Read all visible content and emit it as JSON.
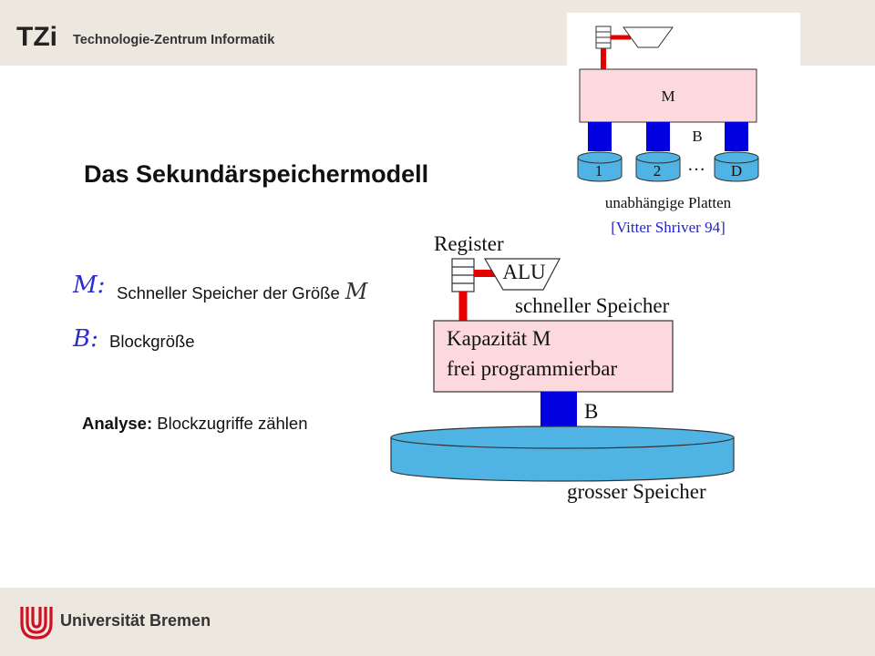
{
  "header": {
    "logo_text": "TZi",
    "institute": "Technologie-Zentrum Informatik"
  },
  "footer": {
    "university": "Universität Bremen"
  },
  "slide": {
    "title": "Das Sekundärspeichermodell",
    "definitions": [
      {
        "symbol": "M:",
        "text": "Schneller Speicher der Größe",
        "trailing_symbol": "M"
      },
      {
        "symbol": "B:",
        "text": "Blockgröße"
      }
    ],
    "analysis": {
      "label": "Analyse:",
      "text": "Blockzugriffe zählen"
    }
  },
  "small_diagram": {
    "memory_label": "M",
    "bus_label": "B",
    "disks": [
      "1",
      "2",
      "D"
    ],
    "ellipsis": "…",
    "caption": "unabhängige Platten",
    "citation": "[Vitter Shriver 94]"
  },
  "large_diagram": {
    "register_label": "Register",
    "alu_label": "ALU",
    "fast_memory_label": "schneller Speicher",
    "capacity_line1": "Kapazität M",
    "capacity_line2": "frei programmierbar",
    "bus_label": "B",
    "big_memory_label": "grosser Speicher"
  },
  "colors": {
    "pink_box": "#fbd9dc",
    "bus_blue": "#0000e0",
    "red_link": "#e40000",
    "disk_blue": "#4fb3e4",
    "citation_blue": "#2222cc",
    "bar_beige": "#ece8e0"
  }
}
